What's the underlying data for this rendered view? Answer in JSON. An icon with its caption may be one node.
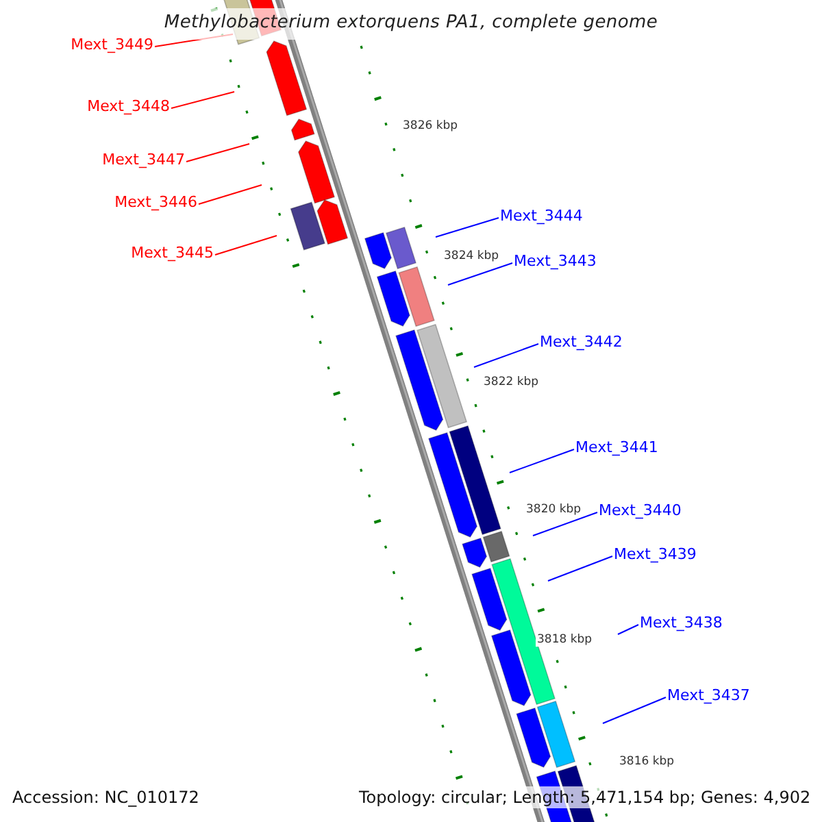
{
  "diagram": {
    "title": "Methylobacterium extorquens PA1, complete genome",
    "nodes": [
      {
        "text": [
          "Mext_3449"
        ]
      },
      {
        "text": [
          "Mext_3448"
        ]
      },
      {
        "text": [
          "Mext_3447"
        ]
      },
      {
        "text": [
          "Mext_3446"
        ]
      },
      {
        "text": [
          "Mext_3445"
        ]
      },
      {
        "text": [
          "Mext_3444"
        ]
      },
      {
        "text": [
          "Mext_3443"
        ]
      },
      {
        "text": [
          "Mext_3442"
        ]
      },
      {
        "text": [
          "Mext_3441"
        ]
      },
      {
        "text": [
          "Mext_3440"
        ]
      },
      {
        "text": [
          "Mext_3439"
        ]
      },
      {
        "text": [
          "Mext_3438"
        ]
      },
      {
        "text": [
          "Mext_3437"
        ]
      }
    ],
    "edges": [
      {
        "from": 0,
        "to": null,
        "arrow": "none",
        "color": "#ff0000"
      },
      {
        "from": 1,
        "to": null,
        "arrow": "none",
        "color": "#ff0000"
      },
      {
        "from": 2,
        "to": null,
        "arrow": "none",
        "color": "#ff0000"
      },
      {
        "from": 3,
        "to": null,
        "arrow": "none",
        "color": "#ff0000"
      },
      {
        "from": 4,
        "to": null,
        "arrow": "none",
        "color": "#ff0000"
      },
      {
        "from": 5,
        "to": null,
        "arrow": "none"
      },
      {
        "from": 6,
        "to": null,
        "arrow": "none"
      },
      {
        "from": 7,
        "to": null,
        "arrow": "none"
      },
      {
        "from": 8,
        "to": null,
        "arrow": "none"
      },
      {
        "from": 9,
        "to": null,
        "arrow": "none"
      },
      {
        "from": 10,
        "to": null,
        "arrow": "none"
      },
      {
        "from": 11,
        "to": null,
        "arrow": "none"
      },
      {
        "from": 12,
        "to": null,
        "arrow": "none"
      }
    ],
    "labels": [
      "3826 kbp",
      "3824 kbp",
      "3822 kbp",
      "3820 kbp",
      "3818 kbp",
      "3816 kbp",
      "Accession: NC_010172",
      "Topology: circular; Length: 5,471,154 bp; Genes: 4,902"
    ]
  }
}
